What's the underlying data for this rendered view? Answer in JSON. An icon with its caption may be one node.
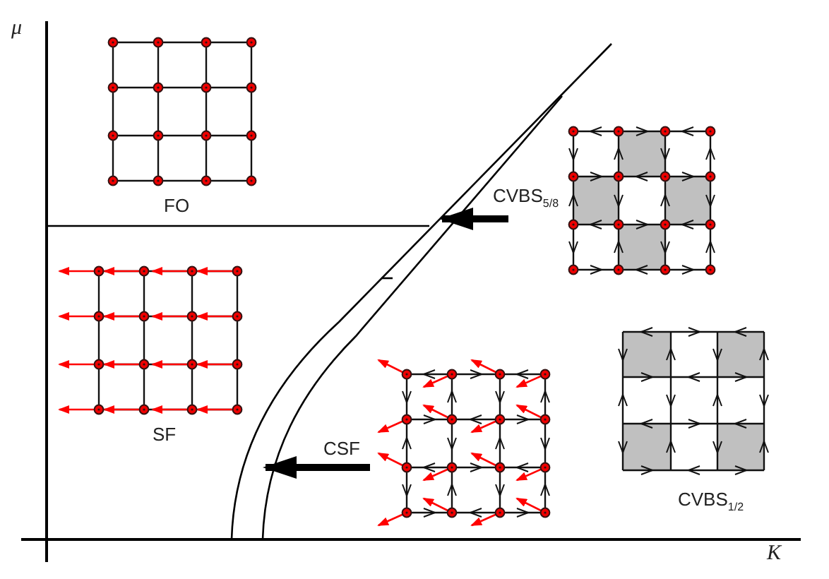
{
  "diagram": {
    "nodes": [
      {
        "text": [
          "CVBS$_{5/8}$"
        ]
      },
      {
        "text": [
          "CSF"
        ]
      }
    ],
    "edges": [
      {
        "from": 0,
        "to": null,
        "arrow": "to"
      },
      {
        "from": 1,
        "to": null,
        "arrow": "to"
      }
    ],
    "labels": [
      "μ",
      "FO",
      "SF",
      "CVBS$_{1/2}$",
      "K"
    ]
  }
}
